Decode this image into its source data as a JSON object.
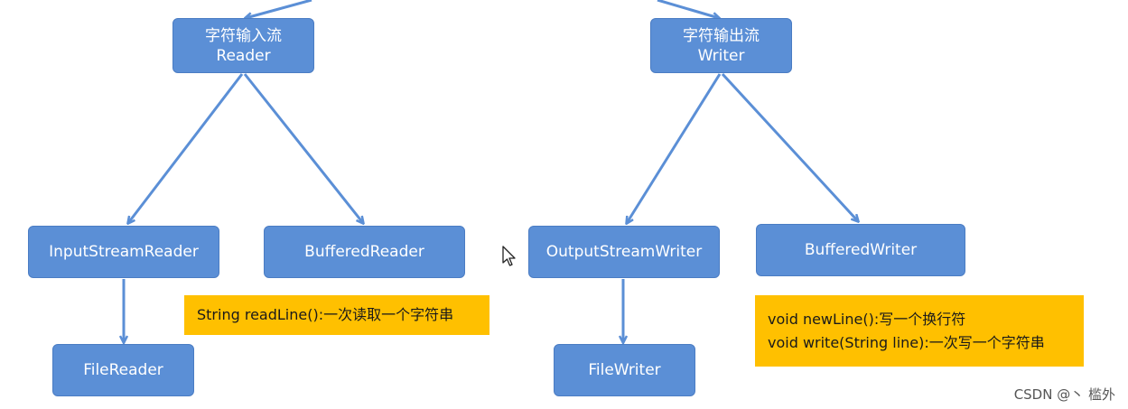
{
  "nodes": {
    "reader": {
      "title_cn": "字符输入流",
      "title_en": "Reader"
    },
    "writer": {
      "title_cn": "字符输出流",
      "title_en": "Writer"
    },
    "input_stream_reader": "InputStreamReader",
    "buffered_reader": "BufferedReader",
    "file_reader": "FileReader",
    "output_stream_writer": "OutputStreamWriter",
    "buffered_writer": "BufferedWriter",
    "file_writer": "FileWriter"
  },
  "notes": {
    "buffered_reader_methods": [
      "String readLine():一次读取一个字符串"
    ],
    "buffered_writer_methods": [
      "void newLine():写一个换行符",
      "void write(String line):一次写一个字符串"
    ]
  },
  "watermark": "CSDN @丶 槛外",
  "colors": {
    "node_fill": "#5b8fd6",
    "node_border": "#4a7cc3",
    "note_fill": "#ffc000",
    "arrow": "#5b8fd6",
    "background": "#ffffff"
  },
  "icons": {
    "cursor": "mouse-pointer-icon"
  }
}
